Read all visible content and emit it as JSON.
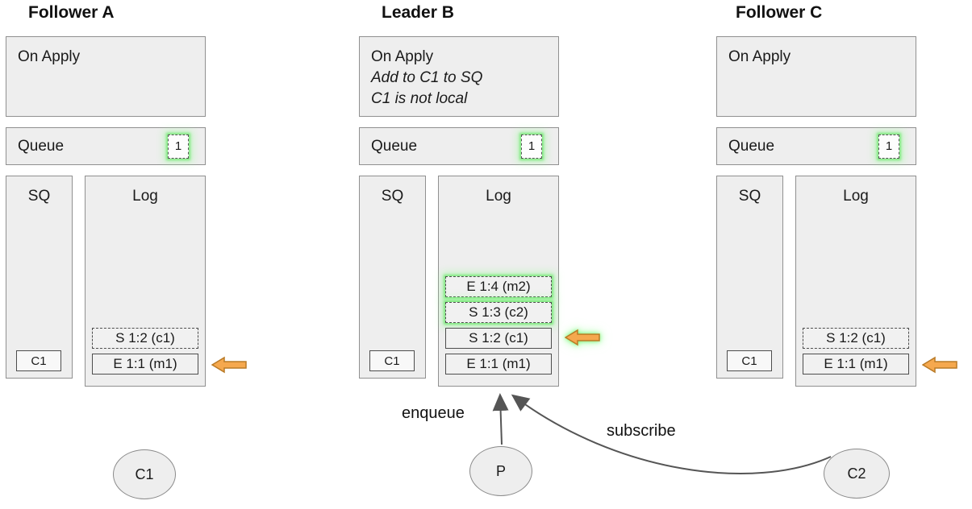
{
  "diagram": {
    "nodes": [
      {
        "title": "Follower A",
        "on_apply": {
          "title": "On Apply"
        },
        "queue": {
          "label": "Queue",
          "badge": "1"
        },
        "sq": {
          "label": "SQ",
          "item": "C1"
        },
        "log": {
          "label": "Log",
          "entries": [
            {
              "text": "S 1:2 (c1)",
              "border": "dashed",
              "glow": false
            },
            {
              "text": "E 1:1 (m1)",
              "border": "solid",
              "glow": false
            }
          ],
          "pointer_at": "E 1:1 (m1)"
        }
      },
      {
        "title": "Leader B",
        "on_apply": {
          "title": "On Apply",
          "note1": "Add to C1 to SQ",
          "note2": "C1 is not local"
        },
        "queue": {
          "label": "Queue",
          "badge": "1"
        },
        "sq": {
          "label": "SQ",
          "item": "C1"
        },
        "log": {
          "label": "Log",
          "entries": [
            {
              "text": "E 1:4 (m2)",
              "border": "dashed",
              "glow": true
            },
            {
              "text": "S 1:3 (c2)",
              "border": "dashed",
              "glow": true
            },
            {
              "text": "S 1:2 (c1)",
              "border": "solid",
              "glow": false
            },
            {
              "text": "E 1:1 (m1)",
              "border": "solid",
              "glow": false
            }
          ],
          "pointer_at": "S 1:2 (c1)"
        }
      },
      {
        "title": "Follower C",
        "on_apply": {
          "title": "On Apply"
        },
        "queue": {
          "label": "Queue",
          "badge": "1"
        },
        "sq": {
          "label": "SQ",
          "item": "C1"
        },
        "log": {
          "label": "Log",
          "entries": [
            {
              "text": "S 1:2 (c1)",
              "border": "dashed",
              "glow": false
            },
            {
              "text": "E 1:1 (m1)",
              "border": "solid",
              "glow": false
            }
          ],
          "pointer_at": "E 1:1 (m1)"
        }
      }
    ],
    "actors": [
      {
        "label": "C1"
      },
      {
        "label": "P"
      },
      {
        "label": "C2"
      }
    ],
    "edges": {
      "enqueue": "enqueue",
      "subscribe": "subscribe"
    },
    "colors": {
      "box_fill": "#eeeeee",
      "box_border": "#909090",
      "glow_green": "#8cff8c",
      "pointer_orange": "#f5a84e",
      "pointer_orange_border": "#b97a26",
      "edge_gray": "#555555"
    }
  }
}
